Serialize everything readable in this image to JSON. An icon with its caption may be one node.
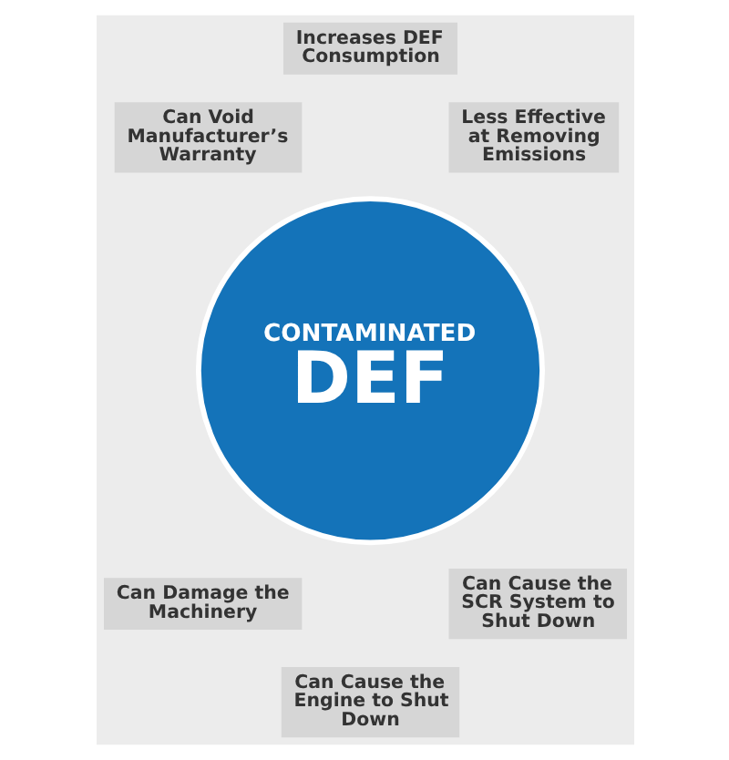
{
  "diagram": {
    "nodes": [
      {
        "text": [
          "CONTAMINATED",
          "DEF"
        ]
      },
      {
        "text": [
          "Increases DEF Consumption"
        ]
      },
      {
        "text": [
          "Less Effective at Removing Emissions"
        ]
      },
      {
        "text": [
          "Can Cause the SCR System to Shut Down"
        ]
      },
      {
        "text": [
          "Can Cause the Engine to Shut Down"
        ]
      },
      {
        "text": [
          "Can Damage the Machinery"
        ]
      },
      {
        "text": [
          "Can Void Manufacturer’s Warranty"
        ]
      }
    ],
    "edges": []
  }
}
